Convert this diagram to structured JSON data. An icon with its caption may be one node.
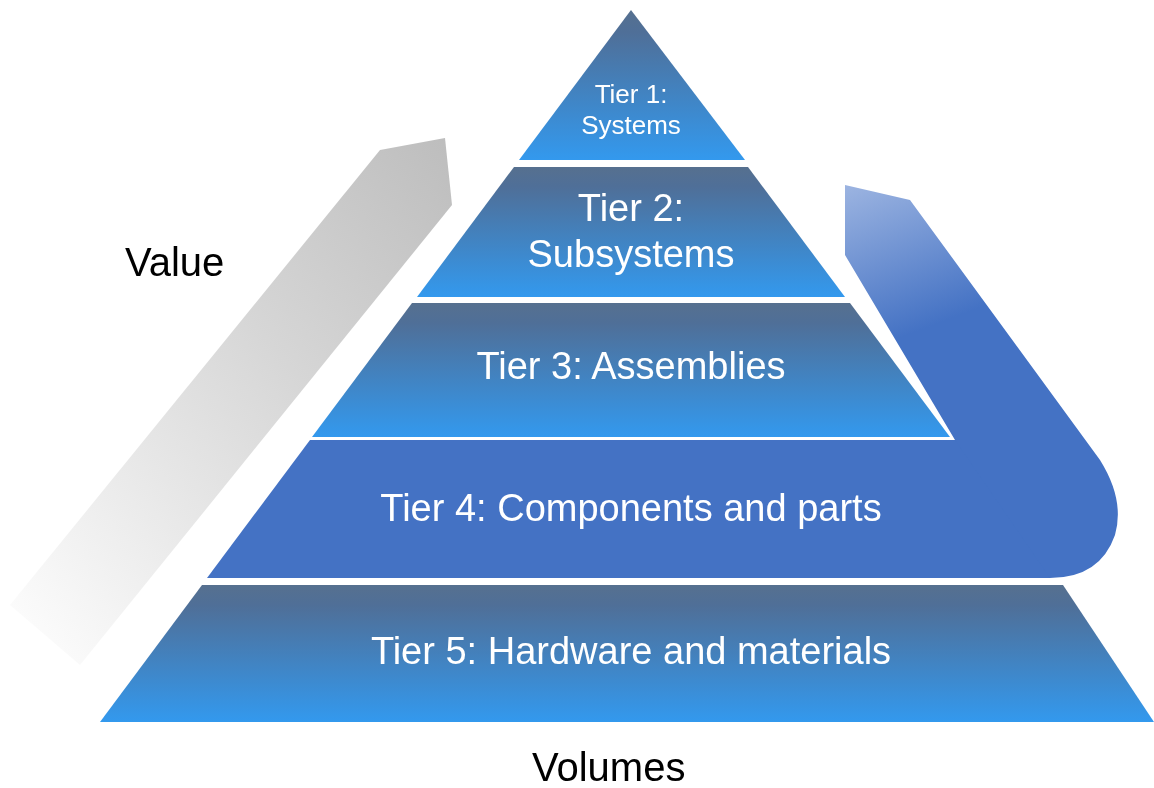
{
  "diagram": {
    "nodes": [
      {
        "text": [
          "Tier 1: Systems"
        ]
      },
      {
        "text": [
          "Tier 2: Subsystems"
        ]
      },
      {
        "text": [
          "Tier 3: Assemblies"
        ]
      },
      {
        "text": [
          "Tier 4: Components and parts"
        ]
      },
      {
        "text": [
          "Tier 5: Hardware and materials"
        ]
      }
    ],
    "labels": [
      "Value",
      "Volumes"
    ]
  }
}
